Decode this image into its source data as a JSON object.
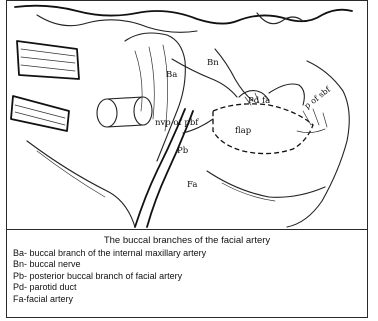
{
  "labels": {
    "ba": "Ba",
    "bn": "Bn",
    "nvp_of_pbf": "nvp of pbf",
    "pd": "Pd",
    "fa_lower": "fa",
    "flap": "flap",
    "pb": "Pb",
    "fa": "Fa",
    "p_of_sbf": "p of sbf"
  },
  "caption": {
    "title": "The buccal branches of the facial artery",
    "legend": [
      "Ba- buccal branch of the internal maxillary artery",
      "Bn- buccal nerve",
      "Pb- posterior buccal branch of facial artery",
      "Pd- parotid duct",
      "Fa-facial artery"
    ]
  }
}
